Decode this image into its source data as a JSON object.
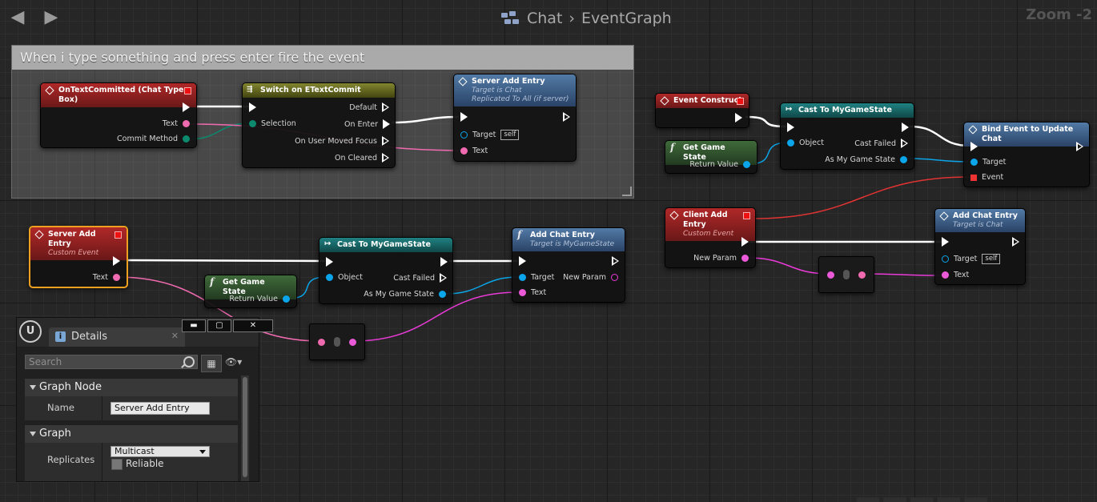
{
  "header": {
    "graph_owner": "Chat",
    "separator": "›",
    "graph_name": "EventGraph",
    "zoom": "Zoom -2",
    "back_icon": "arrow-left-icon",
    "forward_icon": "arrow-right-icon"
  },
  "comment": {
    "title": "When i type something and press enter fire the event"
  },
  "nodes": {
    "on_text_committed": {
      "title": "OnTextCommitted (Chat Type Box)",
      "pins": {
        "text": "Text",
        "commit_method": "Commit Method"
      }
    },
    "switch_commit": {
      "title": "Switch on ETextCommit",
      "pins": {
        "default": "Default",
        "selection": "Selection",
        "on_enter": "On Enter",
        "on_user_moved_focus": "On User Moved Focus",
        "on_cleared": "On Cleared"
      }
    },
    "server_add_entry_call": {
      "title": "Server Add Entry",
      "subtitle": "Target is Chat",
      "subtitle2": "Replicated To All (if server)",
      "pins": {
        "target": "Target",
        "self": "self",
        "text": "Text"
      }
    },
    "event_construct": {
      "title": "Event Construct"
    },
    "get_game_state_1": {
      "title": "Get Game State",
      "pins": {
        "return_value": "Return Value"
      }
    },
    "cast_game_state_1": {
      "title": "Cast To MyGameState",
      "pins": {
        "object": "Object",
        "cast_failed": "Cast Failed",
        "as_game_state": "As My Game State"
      }
    },
    "bind_event": {
      "title": "Bind Event to Update Chat",
      "pins": {
        "target": "Target",
        "event": "Event"
      }
    },
    "server_add_entry_event": {
      "title": "Server Add Entry",
      "subtitle": "Custom Event",
      "pins": {
        "text": "Text"
      }
    },
    "get_game_state_2": {
      "title": "Get Game State",
      "pins": {
        "return_value": "Return Value"
      }
    },
    "cast_game_state_2": {
      "title": "Cast To MyGameState",
      "pins": {
        "object": "Object",
        "cast_failed": "Cast Failed",
        "as_game_state": "As My Game State"
      }
    },
    "add_chat_entry_1": {
      "title": "Add Chat Entry",
      "subtitle": "Target is MyGameState",
      "pins": {
        "target": "Target",
        "text": "Text",
        "new_param": "New Param"
      }
    },
    "client_add_entry": {
      "title": "Client Add Entry",
      "subtitle": "Custom Event",
      "pins": {
        "new_param": "New Param"
      }
    },
    "add_chat_entry_2": {
      "title": "Add Chat Entry",
      "subtitle": "Target is Chat",
      "pins": {
        "target": "Target",
        "self": "self",
        "text": "Text"
      }
    }
  },
  "pin_colors": {
    "exec": "#ffffff",
    "object": "#0ba5e9",
    "string": "#f06ab0",
    "text": "#ea3ad8",
    "enum": "#0b8a6e",
    "delegate": "#e33333"
  },
  "details": {
    "tab_label": "Details",
    "tab_icon": "info-icon",
    "search_placeholder": "Search",
    "sections": {
      "graph_node": {
        "label": "Graph Node",
        "name_label": "Name",
        "name_value": "Server Add Entry"
      },
      "graph": {
        "label": "Graph",
        "replicates_label": "Replicates",
        "replicates_value": "Multicast",
        "reliable_label": "Reliable"
      }
    }
  }
}
